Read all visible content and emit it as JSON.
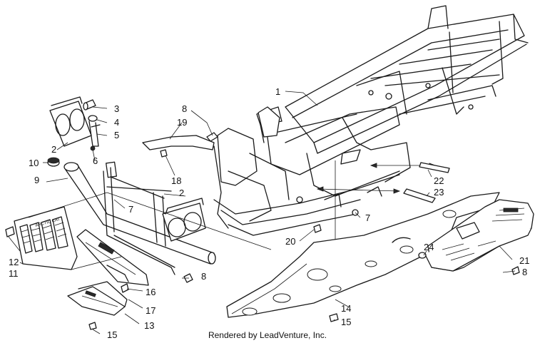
{
  "footer": "Rendered by LeadVenture, Inc.",
  "callouts": {
    "c1": "1",
    "c2a": "2",
    "c2b": "2",
    "c3": "3",
    "c4": "4",
    "c5": "5",
    "c6": "6",
    "c7a": "7",
    "c7b": "7",
    "c8a": "8",
    "c8b": "8",
    "c8c": "8",
    "c9": "9",
    "c10": "10",
    "c11": "11",
    "c12": "12",
    "c13": "13",
    "c14": "14",
    "c15a": "15",
    "c15b": "15",
    "c16": "16",
    "c17": "17",
    "c18": "18",
    "c19": "19",
    "c20": "20",
    "c21": "21",
    "c22": "22",
    "c23": "23",
    "c24": "24"
  },
  "plate_text": "ARCTIC CAT"
}
